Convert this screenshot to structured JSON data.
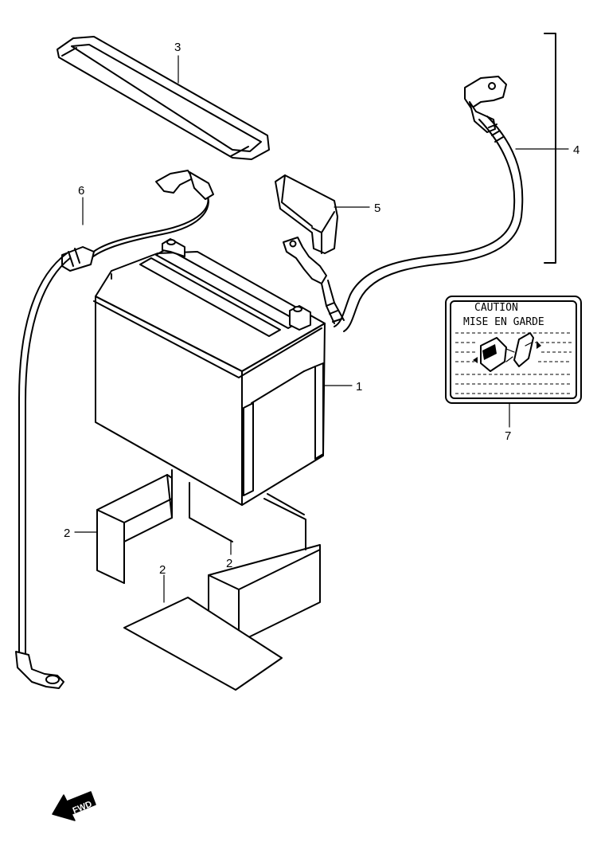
{
  "parts": [
    {
      "number": "1",
      "name": "battery"
    },
    {
      "number": "2",
      "name": "battery-pad-left"
    },
    {
      "number": "2",
      "name": "battery-pad-right"
    },
    {
      "number": "2",
      "name": "battery-pad-bottom"
    },
    {
      "number": "3",
      "name": "battery-strap"
    },
    {
      "number": "4",
      "name": "positive-lead-wire"
    },
    {
      "number": "5",
      "name": "terminal-cover"
    },
    {
      "number": "6",
      "name": "negative-lead-wire"
    },
    {
      "number": "7",
      "name": "caution-label"
    }
  ],
  "caution_label": {
    "line1": "CAUTION",
    "line2": "MISE EN GARDE"
  },
  "fwd_arrow": {
    "text": "FWD"
  }
}
